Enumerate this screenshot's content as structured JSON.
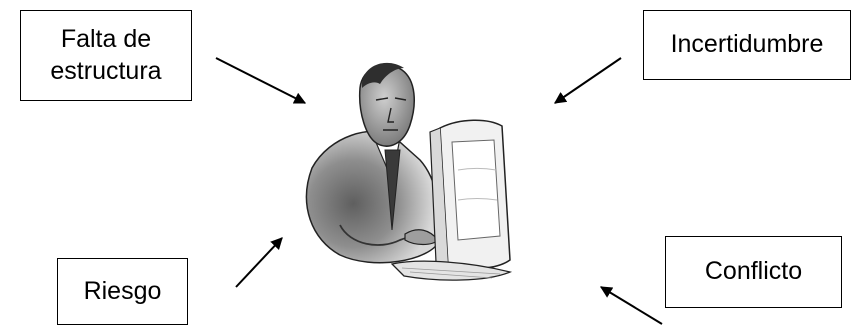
{
  "labels": {
    "falta_line1": "Falta de",
    "falta_line2": "estructura",
    "incertidumbre": "Incertidumbre",
    "riesgo": "Riesgo",
    "conflicto": "Conflicto"
  },
  "colors": {
    "stroke": "#000000",
    "figure_dark": "#6e6e6e",
    "figure_mid": "#a9a9a9",
    "figure_light": "#d9d9d9"
  }
}
